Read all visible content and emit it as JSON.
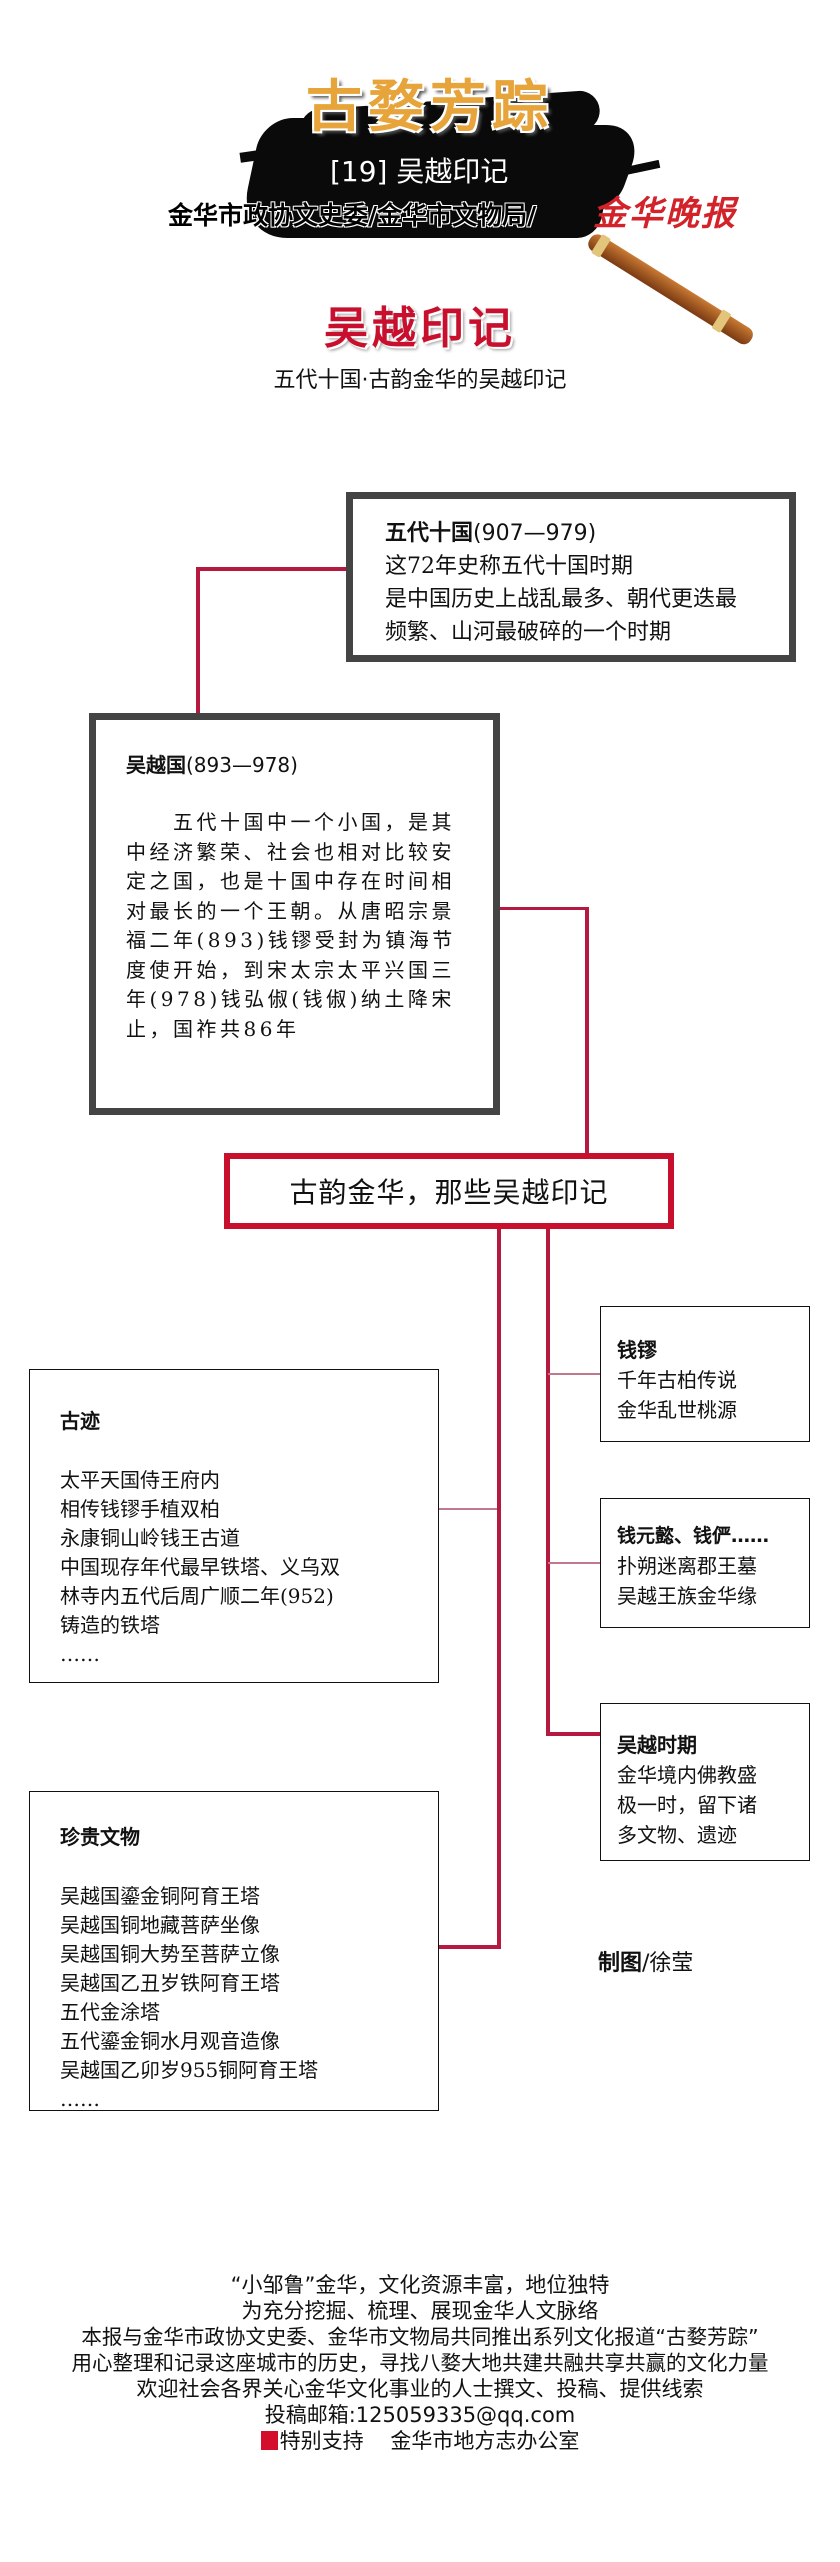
{
  "header": {
    "series_title": "古婺芳踪",
    "issue_title": "[19]  吴越印记",
    "sponsors": "金华市政协文史委/金华市文物局/",
    "newspaper_logo": "金华晚报",
    "main_title": "吴越印记",
    "subtitle": "五代十国·古韵金华的吴越印记"
  },
  "diagram": {
    "line_color": "#b5193f",
    "wudai": {
      "heading": "五代十国",
      "years": "(907—979)",
      "lines": [
        "这72年史称五代十国时期",
        "是中国历史上战乱最多、朝代更迭最",
        "频繁、山河最破碎的一个时期"
      ]
    },
    "wuyue": {
      "heading": "吴越国",
      "years": "(893—978)",
      "lines": [
        "　　五代十国中一个小国，是其",
        "中经济繁荣、社会也相对比较安",
        "定之国，也是十国中存在时间相",
        "对最长的一个王朝。从唐昭宗景",
        "福二年(893)钱镠受封为镇海节",
        "度使开始，到宋太宗太平兴国三",
        "年(978)钱弘俶(钱俶)纳土降宋",
        "止，国祚共86年"
      ]
    },
    "center": {
      "title": "古韵金华，那些吴越印记"
    },
    "qianliu": {
      "heading": "钱镠",
      "lines": [
        "千年古柏传说",
        "金华乱世桃源"
      ]
    },
    "qianyuanyi": {
      "heading": "钱元懿、钱俨……",
      "lines": [
        "扑朔迷离郡王墓",
        "吴越王族金华缘"
      ]
    },
    "wuyue_period": {
      "heading": "吴越时期",
      "lines": [
        "金华境内佛教盛",
        "极一时，留下诸",
        "多文物、遗迹"
      ]
    },
    "guji": {
      "heading": "古迹",
      "lines": [
        "太平天国侍王府内",
        "相传钱镠手植双柏",
        "永康铜山岭钱王古道",
        "中国现存年代最早铁塔、义乌双",
        "林寺内五代后周广顺二年(952)",
        "铸造的铁塔",
        "……"
      ]
    },
    "relics": {
      "heading": "珍贵文物",
      "lines": [
        "吴越国鎏金铜阿育王塔",
        "吴越国铜地藏菩萨坐像",
        "吴越国铜大势至菩萨立像",
        "吴越国乙丑岁铁阿育王塔",
        "五代金涂塔",
        "五代鎏金铜水月观音造像",
        "吴越国乙卯岁955铜阿育王塔",
        "……"
      ]
    },
    "credit_label": "制图",
    "credit_name": "/徐莹"
  },
  "footer": {
    "lines": [
      "“小邹鲁”金华，文化资源丰富，地位独特",
      "为充分挖掘、梳理、展现金华人文脉络",
      "本报与金华市政协文史委、金华市文物局共同推出系列文化报道“古婺芳踪”",
      "用心整理和记录这座城市的历史，寻找八婺大地共建共融共享共赢的文化力量",
      "欢迎社会各界关心金华文化事业的人士撰文、投稿、提供线索",
      "投稿邮箱:125059335@qq.com"
    ],
    "support_label": "特别支持",
    "support_org": "金华市地方志办公室",
    "support_color": "#d40d2c"
  }
}
